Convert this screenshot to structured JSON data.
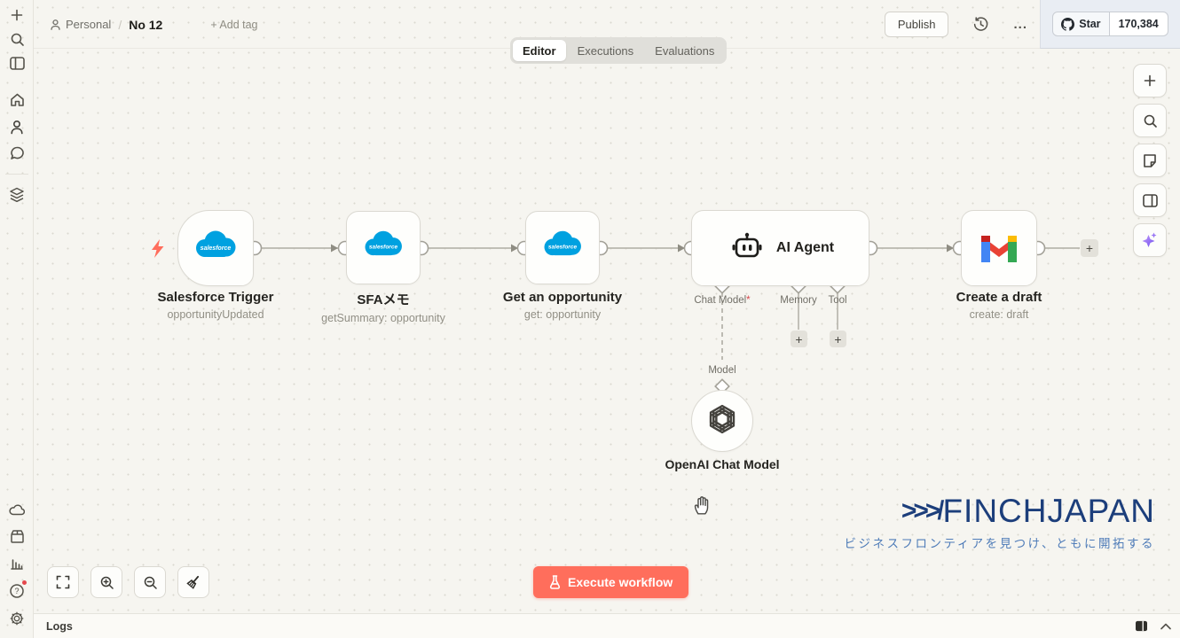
{
  "header": {
    "breadcrumb": {
      "workspace": "Personal",
      "separator": "/",
      "title": "No 12",
      "add_tag": "+ Add tag"
    },
    "publish_label": "Publish",
    "menu_ellipsis": "...",
    "github": {
      "star_label": "Star",
      "star_count": "170,384"
    }
  },
  "tabs": {
    "editor": "Editor",
    "executions": "Executions",
    "evaluations": "Evaluations",
    "active": "Editor"
  },
  "sidebar_icons": [
    "plus-icon",
    "search-icon",
    "panel-left-icon",
    "home-icon",
    "user-icon",
    "chat-icon",
    "layers-icon",
    "cloud-icon",
    "package-icon",
    "insights-icon",
    "help-icon",
    "gear-icon"
  ],
  "right_toolbar_icons": [
    "plus-icon",
    "search-icon",
    "sticky-note-icon",
    "panel-right-icon",
    "ai-sparkle-icon"
  ],
  "canvas_control_icons": [
    "fit-view-icon",
    "zoom-in-icon",
    "zoom-out-icon",
    "tidy-up-icon"
  ],
  "workflow": {
    "nodes": [
      {
        "title": "Salesforce Trigger",
        "subtitle": "opportunityUpdated",
        "icon": "salesforce-icon"
      },
      {
        "title": "SFAメモ",
        "subtitle": "getSummary: opportunity",
        "icon": "salesforce-icon"
      },
      {
        "title": "Get an opportunity",
        "subtitle": "get: opportunity",
        "icon": "salesforce-icon"
      },
      {
        "title": "AI Agent",
        "icon": "robot-icon"
      },
      {
        "title": "Create a draft",
        "subtitle": "create: draft",
        "icon": "gmail-icon"
      },
      {
        "title": "OpenAI Chat Model",
        "icon": "openai-icon"
      }
    ],
    "agent_ports": [
      {
        "label": "Chat Model",
        "required_marker": "*"
      },
      {
        "label": "Memory"
      },
      {
        "label": "Tool"
      }
    ],
    "model_port_label": "Model",
    "add_port_label": "+",
    "add_next_label": "+"
  },
  "footer": {
    "logs_label": "Logs"
  },
  "execute": {
    "label": "Execute workflow"
  },
  "branding": {
    "arrows": ">>≯",
    "name": "FINCHJAPAN",
    "tagline": "ビジネスフロンティアを見つけ、ともに開拓する"
  },
  "colors": {
    "accent_execute": "#ff6e5c",
    "salesforce_blue": "#00a1e0",
    "brand_blue": "#1c3e7b",
    "brand_light_blue": "#4f7cb8",
    "required_red": "#d7464b",
    "trigger_bolt": "#ff6d5c"
  }
}
